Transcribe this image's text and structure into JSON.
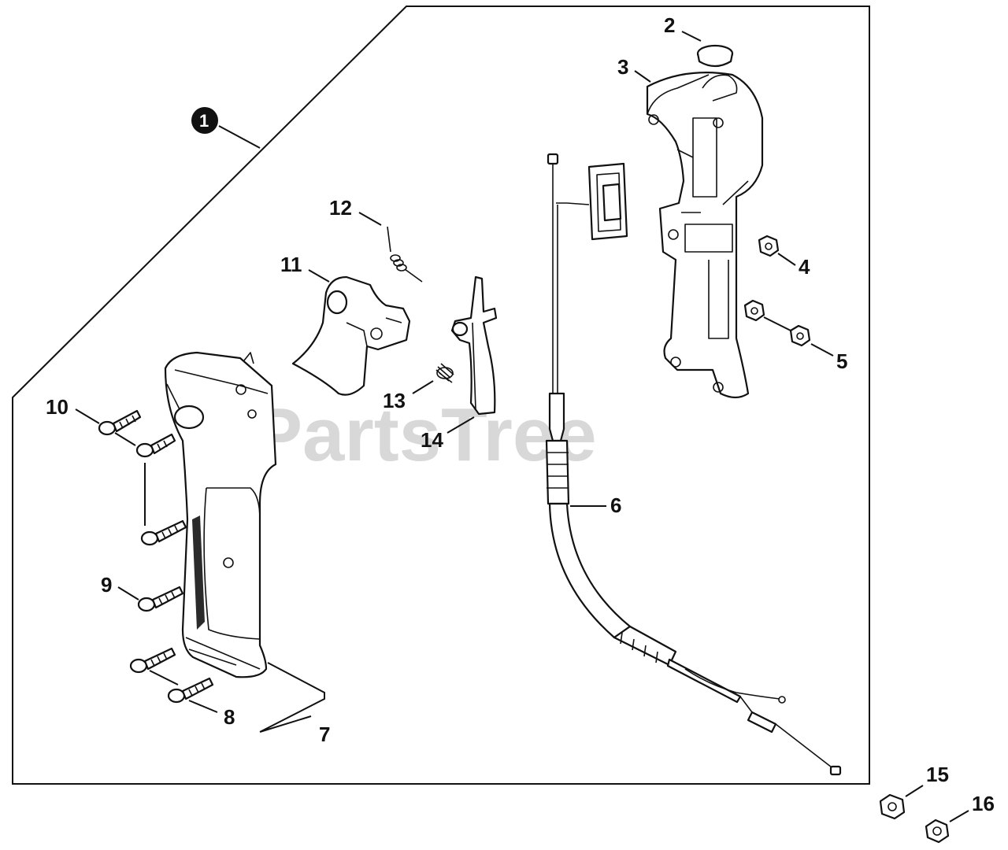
{
  "watermark": "PartsTree",
  "callouts": {
    "c1": "1",
    "c2": "2",
    "c3": "3",
    "c4": "4",
    "c5": "5",
    "c6": "6",
    "c7": "7",
    "c8": "8",
    "c9": "9",
    "c10": "10",
    "c11": "11",
    "c12": "12",
    "c13": "13",
    "c14": "14",
    "c15": "15",
    "c16": "16"
  }
}
